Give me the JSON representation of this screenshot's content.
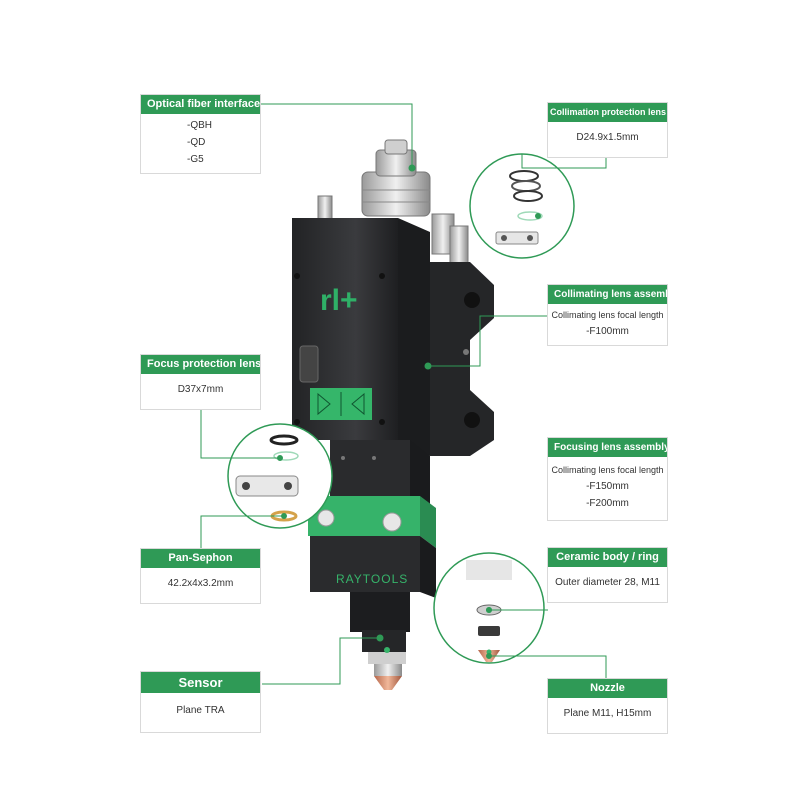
{
  "brand": "RayTools",
  "colors": {
    "accent": "#2f9a56",
    "body": "#2e2f31",
    "leader": "#2f9a56"
  },
  "callouts": {
    "optical_fiber": {
      "title": "Optical fiber interface",
      "lines": [
        "-QBH",
        "-QD",
        "-G5"
      ]
    },
    "collimation_protection": {
      "title": "Collimation protection lens",
      "lines": [
        "D24.9x1.5mm"
      ]
    },
    "collimating_assembly": {
      "title": "Collimating lens assembly",
      "lines": [
        "Collimating lens focal length",
        "-F100mm"
      ]
    },
    "focus_protection": {
      "title": "Focus protection lens",
      "lines": [
        "D37x7mm"
      ]
    },
    "focusing_assembly": {
      "title": "Focusing lens assembly",
      "lines": [
        "Collimating lens focal length",
        "-F150mm",
        "-F200mm"
      ]
    },
    "pan_sephon": {
      "title": "Pan-Sephon",
      "lines": [
        "42.2x4x3.2mm"
      ]
    },
    "ceramic_body": {
      "title": "Ceramic body / ring",
      "lines": [
        "Outer diameter 28, M11"
      ]
    },
    "sensor": {
      "title": "Sensor",
      "lines": [
        "Plane TRA"
      ]
    },
    "nozzle": {
      "title": "Nozzle",
      "lines": [
        "Plane M11, H15mm"
      ]
    }
  }
}
